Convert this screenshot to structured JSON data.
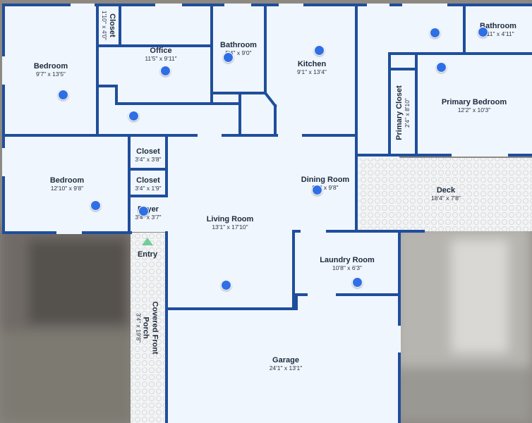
{
  "rooms": {
    "bedroom_left": {
      "name": "Bedroom",
      "dims": "9'7\" x 13'5\""
    },
    "closet_top": {
      "name": "Closet",
      "dims": "1'10\" x 4'0\""
    },
    "office": {
      "name": "Office",
      "dims": "11'5\" x 9'11\""
    },
    "bathroom_center": {
      "name": "Bathroom",
      "dims": "5'4\" x 9'0\""
    },
    "kitchen": {
      "name": "Kitchen",
      "dims": "9'1\" x 13'4\""
    },
    "bathroom_right": {
      "name": "Bathroom",
      "dims": "8'11\" x 4'11\""
    },
    "primary_bedroom": {
      "name": "Primary Bedroom",
      "dims": "12'2\" x 10'3\""
    },
    "primary_closet": {
      "name": "Primary Closet",
      "dims": "2'4\" x 8'10\""
    },
    "closet_a": {
      "name": "Closet",
      "dims": "3'4\" x 3'8\""
    },
    "closet_b": {
      "name": "Closet",
      "dims": "3'4\" x 1'9\""
    },
    "foyer": {
      "name": "Foyer",
      "dims": "3'4\" x 3'7\""
    },
    "bedroom_lower": {
      "name": "Bedroom",
      "dims": "12'10\" x 9'8\""
    },
    "dining_room": {
      "name": "Dining Room",
      "dims": "9'1\" x 9'8\""
    },
    "deck": {
      "name": "Deck",
      "dims": "18'4\" x 7'8\""
    },
    "living_room": {
      "name": "Living Room",
      "dims": "13'1\" x 17'10\""
    },
    "laundry_room": {
      "name": "Laundry Room",
      "dims": "10'8\" x 6'3\""
    },
    "covered_porch": {
      "name": "Covered Front Porch",
      "dims": "3'4\" x 19'8\""
    },
    "garage": {
      "name": "Garage",
      "dims": "24'1\" x 13'1\""
    }
  },
  "entry": {
    "label": "Entry"
  },
  "colors": {
    "wall": "#1f4e9c",
    "floor": "#f0f6fd",
    "hotspot": "#2f6fe6",
    "entry_marker": "#6fcf97"
  }
}
